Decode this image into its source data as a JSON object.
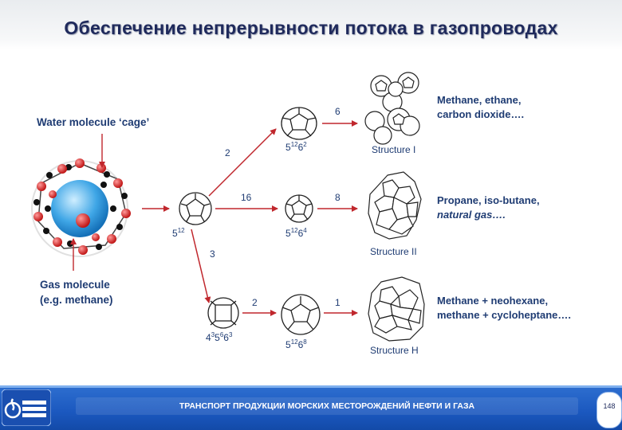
{
  "title": "Обеспечение непрерывности потока в газопроводах",
  "diagram": {
    "cage_label": "Water molecule ‘cage’",
    "gas_label_1": "Gas molecule",
    "gas_label_2": "(e.g. methane)",
    "cage_512": "5",
    "cage_512_sup": "12",
    "branch_counts": {
      "upper": "2",
      "middle": "16",
      "lower": "3"
    },
    "cage_51262": {
      "base": "5",
      "sup1": "12",
      "mid": "6",
      "sup2": "2"
    },
    "cage_51264": {
      "base": "5",
      "sup1": "12",
      "mid": "6",
      "sup2": "4"
    },
    "cage_435663": {
      "a": "4",
      "a_sup": "3",
      "b": "5",
      "b_sup": "6",
      "c": "6",
      "c_sup": "3"
    },
    "cage_51268": {
      "base": "5",
      "sup1": "12",
      "mid": "6",
      "sup2": "8"
    },
    "right_counts": {
      "s1": "6",
      "s2": "8",
      "sH_a": "2",
      "sH_b": "1"
    },
    "structures": [
      {
        "name": "Structure I",
        "line1": "Methane, ethane,",
        "line2": "carbon dioxide….",
        "italic": false
      },
      {
        "name": "Structure II",
        "line1": "Propane, iso-butane,",
        "line2": "natural gas….",
        "italic": true
      },
      {
        "name": "Structure H",
        "line1": "Methane + neohexane,",
        "line2": "methane + cycloheptane….",
        "italic": false
      }
    ]
  },
  "footer": {
    "text": "ТРАНСПОРТ ПРОДУКЦИИ МОРСКИХ МЕСТОРОЖДЕНИЙ НЕФТИ И ГАЗА",
    "page": "148"
  },
  "colors": {
    "arrow": "#c0272d",
    "title": "#1f2a5c",
    "footer": "#1b58bf",
    "label": "#1f3c73"
  }
}
